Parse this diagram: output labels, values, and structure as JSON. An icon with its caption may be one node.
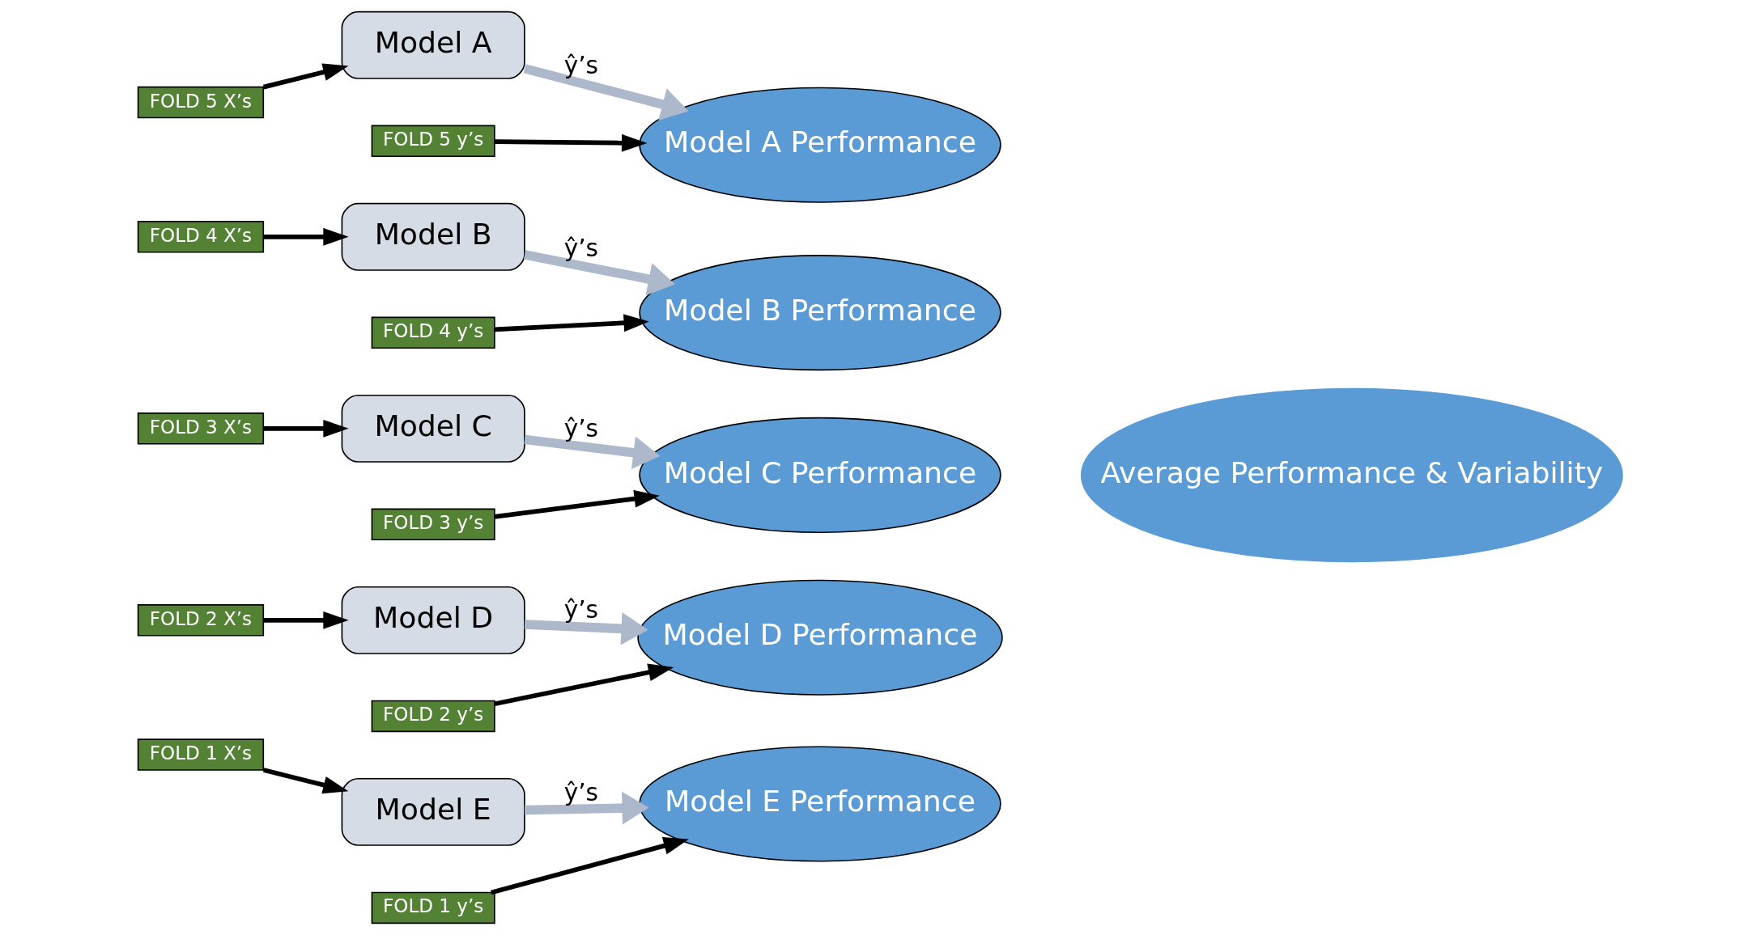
{
  "diagram": {
    "nodes": [
      {
        "text": [
          "FOLD 5 X’s"
        ]
      },
      {
        "text": [
          "Model A"
        ]
      },
      {
        "text": [
          "Model A Performance"
        ]
      },
      {
        "text": [
          "FOLD 5 y’s"
        ]
      },
      {
        "text": [
          "FOLD 4 X’s"
        ]
      },
      {
        "text": [
          "Model B"
        ]
      },
      {
        "text": [
          "Model B Performance"
        ]
      },
      {
        "text": [
          "FOLD 4 y’s"
        ]
      },
      {
        "text": [
          "FOLD 3 X’s"
        ]
      },
      {
        "text": [
          "Model C"
        ]
      },
      {
        "text": [
          "Model C Performance"
        ]
      },
      {
        "text": [
          "FOLD 3 y’s"
        ]
      },
      {
        "text": [
          "FOLD 2 X’s"
        ]
      },
      {
        "text": [
          "Model D"
        ]
      },
      {
        "text": [
          "Model D Performance"
        ]
      },
      {
        "text": [
          "FOLD 2 y’s"
        ]
      },
      {
        "text": [
          "FOLD 1 X’s"
        ]
      },
      {
        "text": [
          "Model E"
        ]
      },
      {
        "text": [
          "Model E Performance"
        ]
      },
      {
        "text": [
          "FOLD 1 y’s"
        ]
      },
      {
        "text": [
          "Average Performance & Variability"
        ]
      }
    ],
    "edges": [
      {
        "from": 0,
        "to": 1,
        "arrow": "to"
      },
      {
        "from": 1,
        "to": 2,
        "arrow": "to",
        "label": "ŷ’s",
        "style": "thick",
        "color": "#adb9ca"
      },
      {
        "from": 3,
        "to": 2,
        "arrow": "to"
      },
      {
        "from": 4,
        "to": 5,
        "arrow": "to"
      },
      {
        "from": 5,
        "to": 6,
        "arrow": "to",
        "label": "ŷ’s",
        "style": "thick",
        "color": "#adb9ca"
      },
      {
        "from": 7,
        "to": 6,
        "arrow": "to"
      },
      {
        "from": 8,
        "to": 9,
        "arrow": "to"
      },
      {
        "from": 9,
        "to": 10,
        "arrow": "to",
        "label": "ŷ’s",
        "style": "thick",
        "color": "#adb9ca"
      },
      {
        "from": 11,
        "to": 10,
        "arrow": "to"
      },
      {
        "from": 12,
        "to": 13,
        "arrow": "to"
      },
      {
        "from": 13,
        "to": 14,
        "arrow": "to",
        "label": "ŷ’s",
        "style": "thick",
        "color": "#adb9ca"
      },
      {
        "from": 15,
        "to": 14,
        "arrow": "to"
      },
      {
        "from": 16,
        "to": 17,
        "arrow": "to"
      },
      {
        "from": 17,
        "to": 18,
        "arrow": "to",
        "label": "ŷ’s",
        "style": "thick",
        "color": "#adb9ca"
      },
      {
        "from": 19,
        "to": 18,
        "arrow": "to"
      }
    ]
  }
}
